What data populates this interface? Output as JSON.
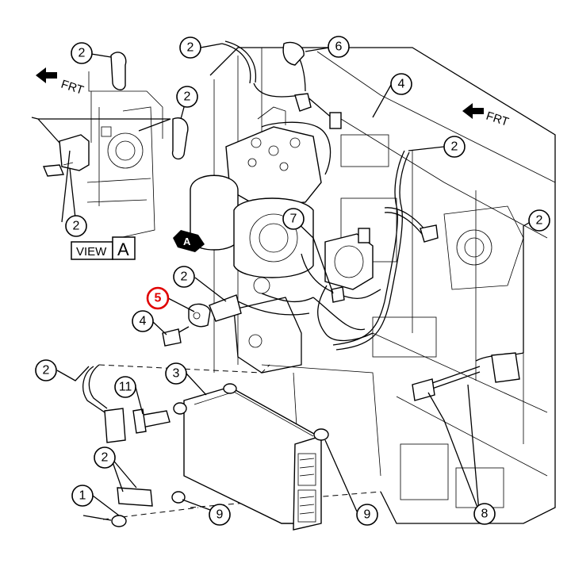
{
  "colors": {
    "line": "#000000",
    "background": "#ffffff",
    "highlight": "#e00000"
  },
  "labels": {
    "frt_left": "FRT",
    "frt_right": "FRT",
    "view_word": "VIEW",
    "view_letter": "A",
    "view_marker": "A"
  },
  "callouts": {
    "c2_top_left": "2",
    "c2_view_a_upper": "2",
    "c2_view_a_lower": "2",
    "c2_top_center": "2",
    "c6": "6",
    "c4_top": "4",
    "c2_right_upper": "2",
    "c2_far_right": "2",
    "c7": "7",
    "c5": "5",
    "c2_mid_left": "2",
    "c4_left": "4",
    "c2_lower_left": "2",
    "c3": "3",
    "c11": "11",
    "c2_bottom_left": "2",
    "c1": "1",
    "c9_left": "9",
    "c9_right": "9",
    "c8": "8"
  },
  "highlighted_callout": "5"
}
